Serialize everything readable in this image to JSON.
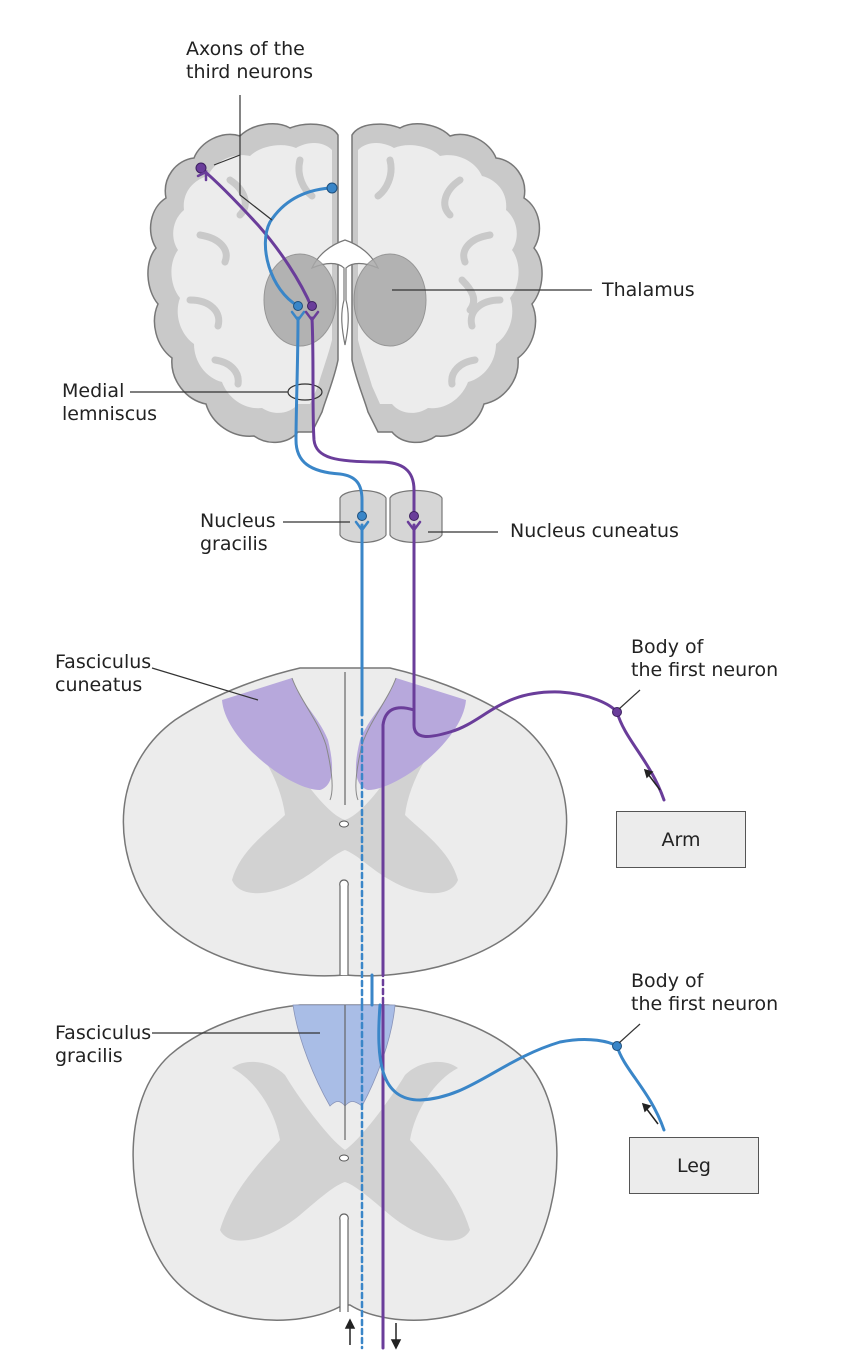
{
  "labels": {
    "axons_third_neurons_1": "Axons of the",
    "axons_third_neurons_2": "third neurons",
    "thalamus": "Thalamus",
    "medial_lemniscus_1": "Medial",
    "medial_lemniscus_2": "lemniscus",
    "nucleus_gracilis_1": "Nucleus",
    "nucleus_gracilis_2": "gracilis",
    "nucleus_cuneatus": "Nucleus cuneatus",
    "fasciculus_cuneatus_1": "Fasciculus",
    "fasciculus_cuneatus_2": "cuneatus",
    "body_first_neuron_arm_1": "Body of",
    "body_first_neuron_arm_2": "the first neuron",
    "fasciculus_gracilis_1": "Fasciculus",
    "fasciculus_gracilis_2": "gracilis",
    "body_first_neuron_leg_1": "Body of",
    "body_first_neuron_leg_2": "the first neuron"
  },
  "boxes": {
    "arm": "Arm",
    "leg": "Leg"
  },
  "colors": {
    "gracile_pathway": "#3a86c8",
    "cuneate_pathway": "#6a3d9a",
    "fasciculus_cuneatus_fill": "#b7a8dc",
    "fasciculus_gracilis_fill": "#a9bde6",
    "tissue": "#ececec",
    "gray_matter": "#d4d4d4",
    "outline": "#666666"
  }
}
